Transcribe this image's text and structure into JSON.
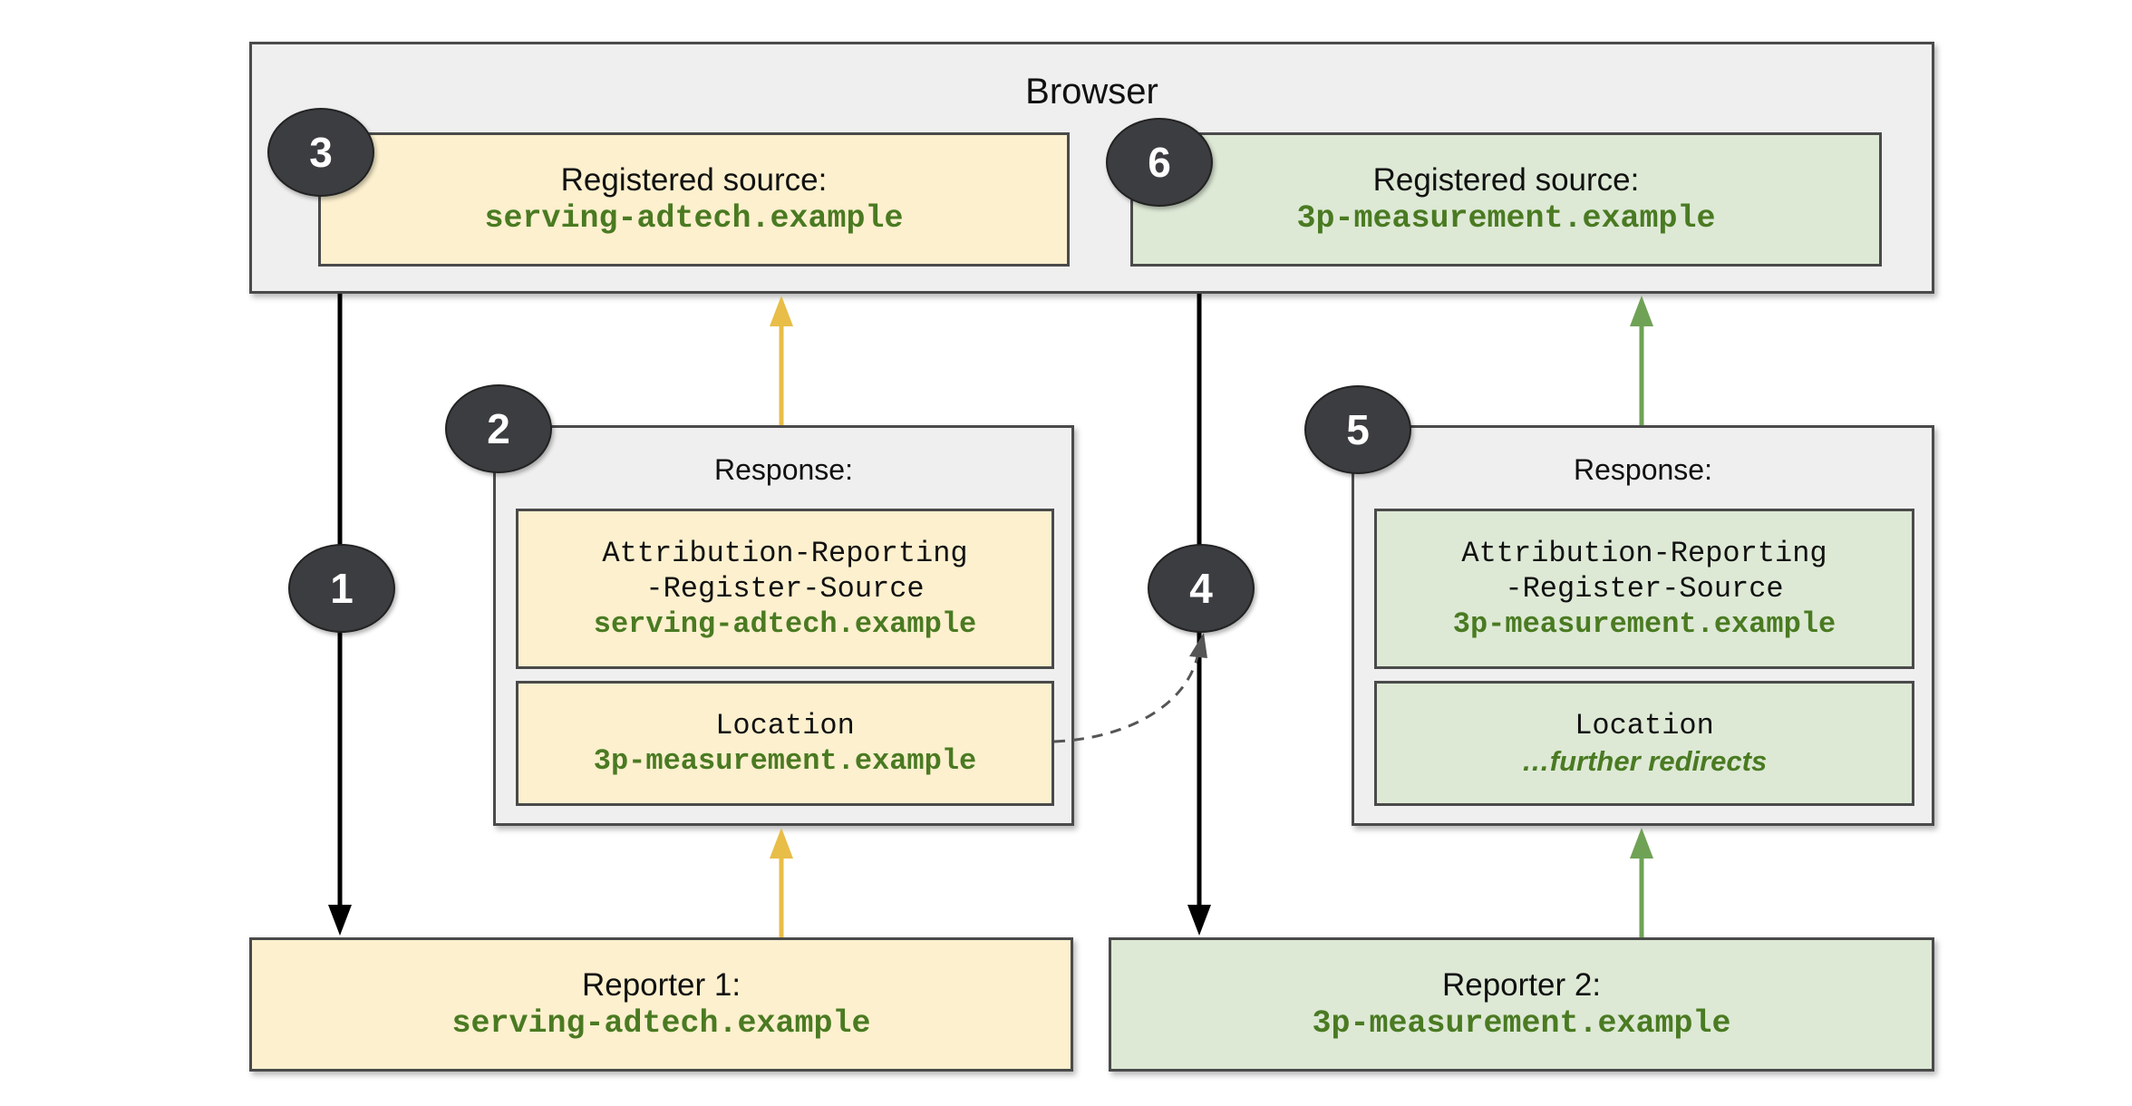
{
  "browser": {
    "title": "Browser",
    "registered_left": {
      "label": "Registered source:",
      "domain": "serving-adtech.example"
    },
    "registered_right": {
      "label": "Registered source:",
      "domain": "3p-measurement.example"
    }
  },
  "response_left": {
    "title": "Response:",
    "header_line1": "Attribution-Reporting",
    "header_line2": "-Register-Source",
    "header_domain": "serving-adtech.example",
    "location_label": "Location",
    "location_value": "3p-measurement.example"
  },
  "response_right": {
    "title": "Response:",
    "header_line1": "Attribution-Reporting",
    "header_line2": "-Register-Source",
    "header_domain": "3p-measurement.example",
    "location_label": "Location",
    "location_value": "…further redirects"
  },
  "reporter_1": {
    "label": "Reporter 1:",
    "domain": "serving-adtech.example"
  },
  "reporter_2": {
    "label": "Reporter 2:",
    "domain": "3p-measurement.example"
  },
  "steps": [
    "1",
    "2",
    "3",
    "4",
    "5",
    "6"
  ],
  "colors": {
    "yellow_fill": "#fcf0ce",
    "green_fill": "#dde9d5",
    "gray_fill": "#efefef",
    "yellow_arrow": "#e8bd48",
    "green_arrow": "#6fa255",
    "domain_text": "#4a7a22",
    "badge": "#3b3d40"
  }
}
